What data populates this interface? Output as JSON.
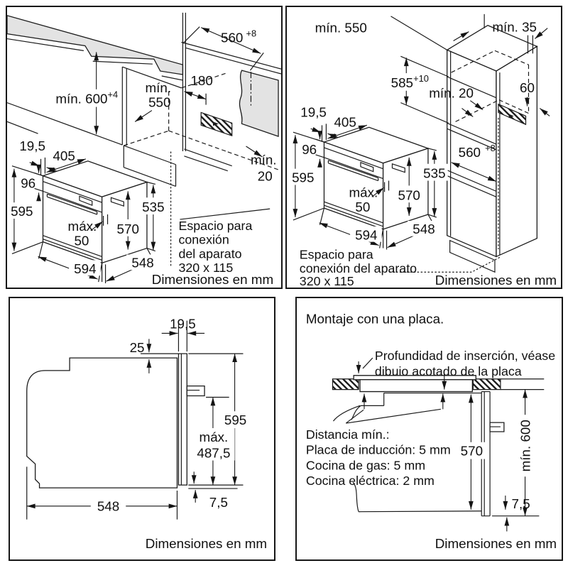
{
  "colors": {
    "ink": "#1a1a1a",
    "surface_gray": "#e3e3e3",
    "background": "#ffffff"
  },
  "shared_oven": {
    "frame_depth": "19,5",
    "top_depth": "405",
    "panel_height": "96",
    "total_height": "595",
    "door_max_label": "máx.",
    "door_max_value": "50",
    "door_height": "570",
    "body_height": "535",
    "width": "594",
    "depth": "548"
  },
  "panel_top_left": {
    "worktop_width": "560",
    "worktop_width_sup": "+8",
    "counter_height": "mín. 600",
    "counter_height_sup": "+4",
    "niche_depth_line1": "mín.",
    "niche_depth_line2": "550",
    "conn_width": "180",
    "rear_gap_line1": "mín.",
    "rear_gap_line2": "20",
    "note_line1": "Espacio para",
    "note_line2": "conexión",
    "note_line3": "del aparato",
    "note_line4": "320 x 115",
    "units": "Dimensiones en mm"
  },
  "panel_top_right": {
    "niche_depth": "mín. 550",
    "side_gap": "mín. 35",
    "niche_height": "585",
    "niche_height_sup": "+10",
    "rear_gap": "mín. 20",
    "conn_height": "60",
    "niche_width": "560",
    "niche_width_sup": "+8",
    "note_line1": "Espacio para",
    "note_line2": "conexión del aparato",
    "note_line3": "320 x 115",
    "units": "Dimensiones en mm"
  },
  "panel_bottom_left": {
    "frame_depth": "19,5",
    "top_offset": "25",
    "total_height": "595",
    "max_label": "máx.",
    "max_value": "487,5",
    "bottom_offset": "7,5",
    "depth": "548",
    "units": "Dimensiones en mm"
  },
  "panel_bottom_right": {
    "title": "Montaje con una placa.",
    "insert_note_line1": "Profundidad de inserción, véase",
    "insert_note_line2": "dibujo acotado de la placa",
    "dist_line1": "Distancia mín.:",
    "dist_line2": "Placa de inducción: 5 mm",
    "dist_line3": "Cocina de gas: 5 mm",
    "dist_line4": "Cocina eléctrica: 2 mm",
    "door_height": "570",
    "min_height": "mín. 600",
    "bottom_offset": "7,5",
    "units": "Dimensiones en mm"
  }
}
